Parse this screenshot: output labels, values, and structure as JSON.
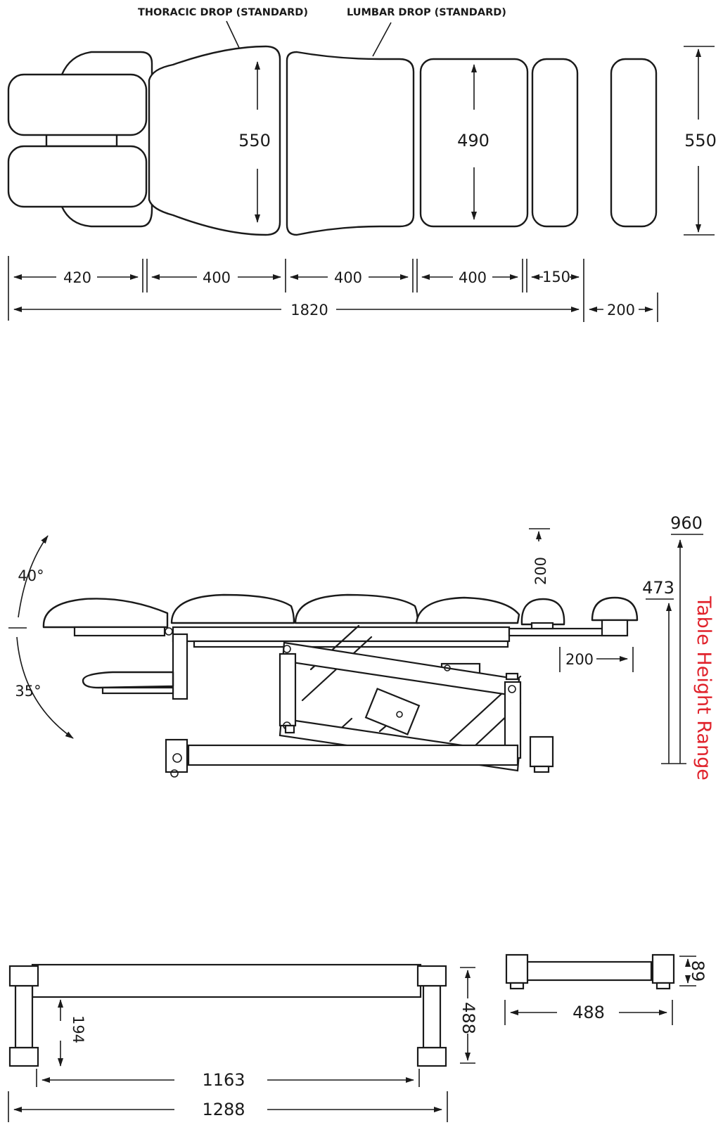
{
  "callouts": {
    "thoracic": "THORACIC DROP (STANDARD)",
    "lumbar": "LUMBAR DROP (STANDARD)"
  },
  "top_view": {
    "section_height": "550",
    "leg_section_height": "490",
    "overall_height": "550",
    "head_length": "420",
    "thoracic_length": "400",
    "lumbar_length": "400",
    "leg_length": "400",
    "foot_length": "150",
    "overall_length": "1820",
    "ankle_offset": "200"
  },
  "side_view": {
    "head_up_angle": "40°",
    "head_down_angle": "35°",
    "ankle_rise": "200",
    "ankle_extension": "200",
    "height_min": "473",
    "height_max": "960",
    "height_range_label": "Table Height Range"
  },
  "base_view": {
    "base_width": "488",
    "base_inner_height": "194",
    "inner_length": "1163",
    "overall_length": "1288",
    "end_width": "488",
    "end_height": "89"
  },
  "colors": {
    "line": "#1a1a1a",
    "accent_red": "#e0232c",
    "background": "#ffffff"
  }
}
